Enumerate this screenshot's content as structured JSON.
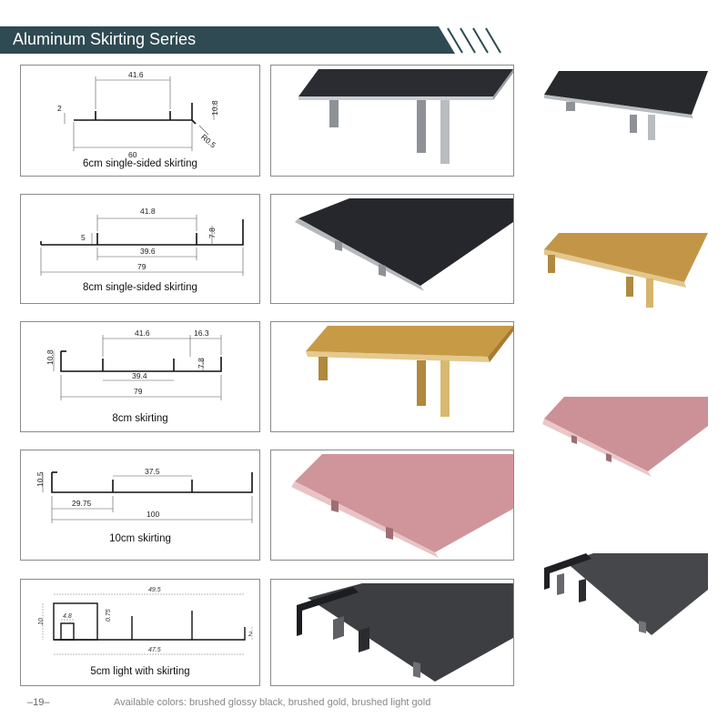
{
  "header": {
    "title": "Aluminum Skirting Series",
    "bar_color": "#2f4a52"
  },
  "drawings": [
    {
      "label": "6cm single-sided skirting",
      "dims": [
        "41.6",
        "2",
        "10.8",
        "60",
        "R0.5"
      ]
    },
    {
      "label": "8cm single-sided skirting",
      "dims": [
        "41.8",
        "5",
        "7.8",
        "39.6",
        "79"
      ]
    },
    {
      "label": "8cm skirting",
      "dims": [
        "41.6",
        "16.3",
        "10.8",
        "7.8",
        "39.4",
        "79"
      ]
    },
    {
      "label": "10cm skirting",
      "dims": [
        "37.5",
        "10.5",
        "29.75",
        "100"
      ]
    },
    {
      "label": "5cm light with skirting",
      "dims": [
        "49.5",
        "10",
        "4.8",
        "0.75",
        "2",
        "47.5"
      ]
    }
  ],
  "colors": {
    "black": "#1c1e22",
    "gold": "#c99a3e",
    "rose": "#c98f94",
    "gunmetal": "#3c3d40"
  },
  "footer": {
    "page": "–19–",
    "colors_note": "Available colors: brushed glossy black, brushed gold, brushed light gold"
  }
}
